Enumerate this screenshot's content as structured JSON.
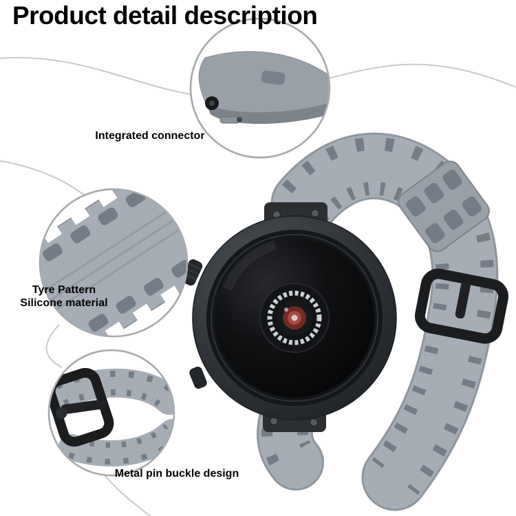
{
  "page": {
    "title": "Product detail description"
  },
  "callouts": [
    {
      "id": "integrated-connector",
      "label": "Integrated connector"
    },
    {
      "id": "tyre-pattern",
      "label_lines": [
        "Tyre Pattern",
        "Silicone material"
      ]
    },
    {
      "id": "metal-pin-buckle",
      "label": "Metal pin buckle design"
    }
  ],
  "colors": {
    "text_black": "#000000",
    "line_gray": "#c7cace",
    "circle_border": "#a6abb0",
    "strap_gray": "#a6adb5",
    "strap_slot": "#747c85",
    "strap_edge": "#8f969e",
    "callout_gray": "#99a0a8",
    "case_dark": "#2c2f33",
    "bezel_black": "#141618",
    "screen_black": "#0a0b0c",
    "silver_ring": "#ccd0d4",
    "lens_red": "#a6493f",
    "buckle_black": "#1a1c1e"
  }
}
